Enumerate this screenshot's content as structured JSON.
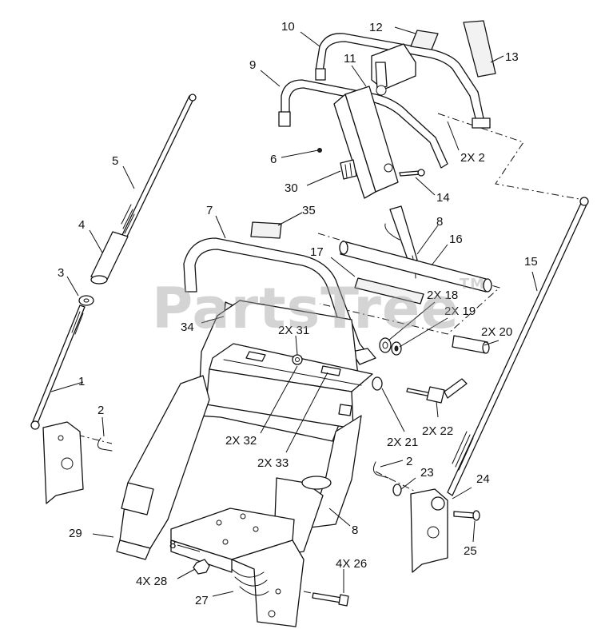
{
  "watermark": {
    "text": "PartsTree",
    "mark": "TM"
  },
  "callouts": [
    {
      "id": "c10",
      "text": "10"
    },
    {
      "id": "c12",
      "text": "12"
    },
    {
      "id": "c13",
      "text": "13"
    },
    {
      "id": "c9",
      "text": "9"
    },
    {
      "id": "c11",
      "text": "11"
    },
    {
      "id": "c2x2",
      "text": "2X 2"
    },
    {
      "id": "c5",
      "text": "5"
    },
    {
      "id": "c6",
      "text": "6"
    },
    {
      "id": "c30",
      "text": "30"
    },
    {
      "id": "c14",
      "text": "14"
    },
    {
      "id": "c7",
      "text": "7"
    },
    {
      "id": "c35",
      "text": "35"
    },
    {
      "id": "c4",
      "text": "4"
    },
    {
      "id": "c8a",
      "text": "8"
    },
    {
      "id": "c16",
      "text": "16"
    },
    {
      "id": "c15",
      "text": "15"
    },
    {
      "id": "c17",
      "text": "17"
    },
    {
      "id": "c3",
      "text": "3"
    },
    {
      "id": "c2x18",
      "text": "2X 18"
    },
    {
      "id": "c2x19",
      "text": "2X 19"
    },
    {
      "id": "c34",
      "text": "34"
    },
    {
      "id": "c2x31",
      "text": "2X 31"
    },
    {
      "id": "c2x20",
      "text": "2X 20"
    },
    {
      "id": "c1",
      "text": "1"
    },
    {
      "id": "c2a",
      "text": "2"
    },
    {
      "id": "c2x22",
      "text": "2X 22"
    },
    {
      "id": "c2x32",
      "text": "2X 32"
    },
    {
      "id": "c2x21",
      "text": "2X 21"
    },
    {
      "id": "c2x33",
      "text": "2X 33"
    },
    {
      "id": "c2b",
      "text": "2"
    },
    {
      "id": "c23",
      "text": "23"
    },
    {
      "id": "c24",
      "text": "24"
    },
    {
      "id": "c8b",
      "text": "8"
    },
    {
      "id": "c29",
      "text": "29"
    },
    {
      "id": "c8c",
      "text": "8"
    },
    {
      "id": "c25",
      "text": "25"
    },
    {
      "id": "c4x26",
      "text": "4X 26"
    },
    {
      "id": "c4x28",
      "text": "4X 28"
    },
    {
      "id": "c27",
      "text": "27"
    }
  ]
}
